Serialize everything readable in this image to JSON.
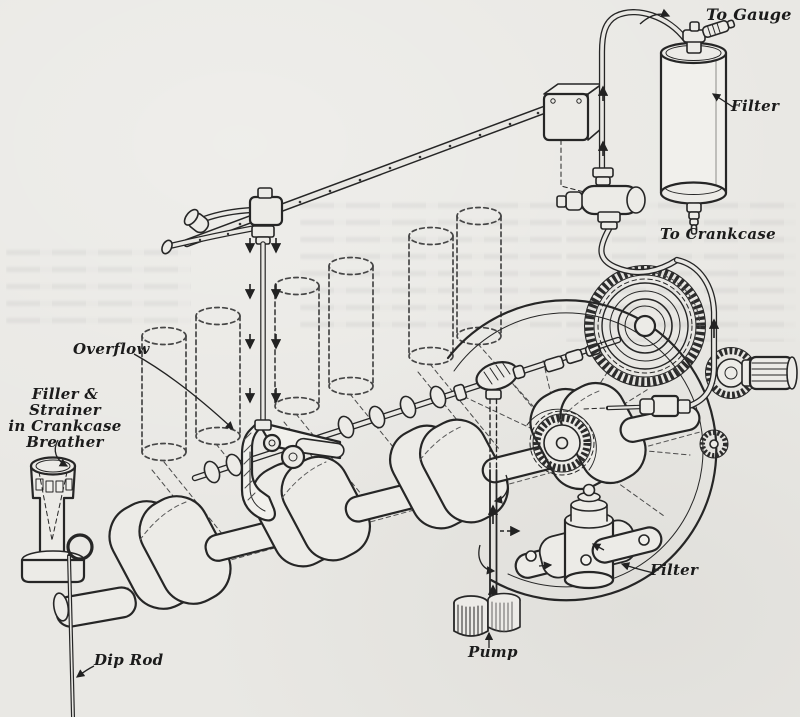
{
  "figure": {
    "type": "technical-illustration",
    "subject": "engine splash lubrication system cutaway drawing",
    "paper_color": "#e9e8e4",
    "ink_color": "#262626",
    "caption_labels": [
      {
        "id": "to-gauge",
        "text": "To Gauge"
      },
      {
        "id": "filter-upper",
        "text": "Filter"
      },
      {
        "id": "to-crankcase",
        "text": "To Crankcase"
      },
      {
        "id": "overflow",
        "text": "Overflow"
      },
      {
        "id": "filler-strainer",
        "text": "Filler & Strainer\nin Crankcase\nBreather"
      },
      {
        "id": "dip-rod",
        "text": "Dip Rod"
      },
      {
        "id": "pump",
        "text": "Pump"
      },
      {
        "id": "filter-lower",
        "text": "Filter"
      }
    ]
  }
}
